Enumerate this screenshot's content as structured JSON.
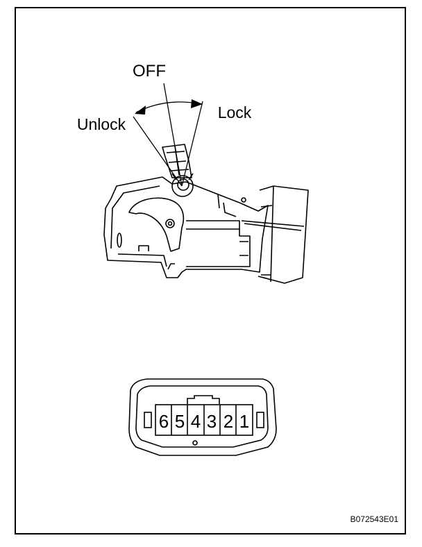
{
  "labels": {
    "off": "OFF",
    "unlock": "Unlock",
    "lock": "Lock"
  },
  "connector": {
    "pins": [
      "6",
      "5",
      "4",
      "3",
      "2",
      "1"
    ]
  },
  "figure_code": "B072543E01",
  "colors": {
    "line": "#000000",
    "background": "#ffffff"
  }
}
